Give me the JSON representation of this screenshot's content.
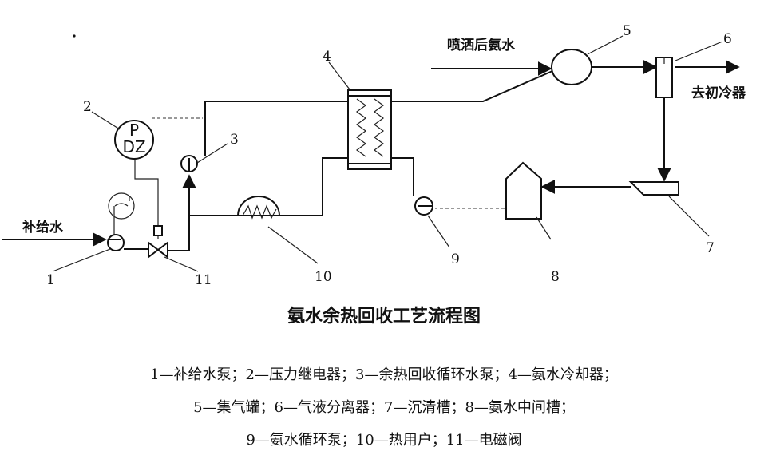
{
  "labels": {
    "pdz_top": "P",
    "pdz_bottom": "DZ",
    "inlet_makeup_water": "补给水",
    "inlet_sprayed_ammonia": "喷洒后氨水",
    "outlet_to_cooler": "去初冷器"
  },
  "numbers": {
    "n1": "1",
    "n2": "2",
    "n3": "3",
    "n4": "4",
    "n5": "5",
    "n6": "6",
    "n7": "7",
    "n8": "8",
    "n9": "9",
    "n10": "10",
    "n11": "11"
  },
  "caption": {
    "title": "氨水余热回收工艺流程图",
    "line1": "1—补给水泵；2—压力继电器；3—余热回收循环水泵；4—氨水冷却器；",
    "line2": "5—集气罐；6—气液分离器；7—沉清槽；8—氨水中间槽；",
    "line3": "9—氨水循环泵；10—热用户；11—电磁阀"
  }
}
